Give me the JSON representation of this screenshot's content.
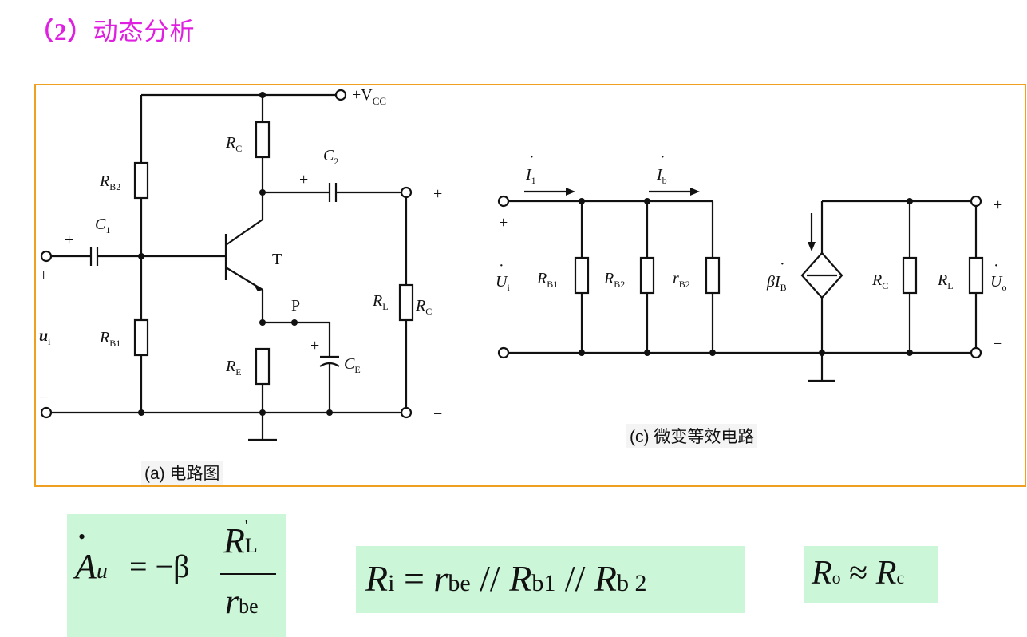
{
  "heading": {
    "num": "（2）",
    "text": "动态分析"
  },
  "circuit_a": {
    "caption": "(a) 电路图",
    "vcc": {
      "pre": "+V",
      "sub": "CC"
    },
    "rc": {
      "main": "R",
      "sub": "C"
    },
    "rb2": {
      "main": "R",
      "sub": "B2"
    },
    "rb1": {
      "main": "R",
      "sub": "B1"
    },
    "re": {
      "main": "R",
      "sub": "E"
    },
    "c1": {
      "main": "C",
      "sub": "1"
    },
    "c2": {
      "main": "C",
      "sub": "2"
    },
    "ce": {
      "main": "C",
      "sub": "E"
    },
    "rl": {
      "main": "R",
      "sub": "L"
    },
    "rc2": {
      "main": "R",
      "sub": "C"
    },
    "t": "T",
    "p": "P",
    "ui": {
      "main": "u",
      "sub": "i"
    },
    "plus": "+",
    "minus": "−"
  },
  "circuit_c": {
    "caption": "(c) 微变等效电路",
    "i1": {
      "main": "I",
      "sub": "1"
    },
    "ib": {
      "main": "I",
      "sub": "b"
    },
    "ui": {
      "main": "U",
      "sub": "i"
    },
    "uo": {
      "main": "U",
      "sub": "o"
    },
    "rb1": {
      "main": "R",
      "sub": "B1"
    },
    "rb2": {
      "main": "R",
      "sub": "B2"
    },
    "rbe": {
      "main": "r",
      "sub": "B2"
    },
    "source": {
      "beta": "β",
      "main": "I",
      "sub": "B"
    },
    "rc": {
      "main": "R",
      "sub": "C"
    },
    "rl": {
      "main": "R",
      "sub": "L"
    },
    "plus": "+",
    "minus": "−"
  },
  "formulas": {
    "gain": {
      "dot": "•",
      "a": "A",
      "u": "u",
      "eq": "= −β",
      "num": "R",
      "num_sub": "L",
      "num_prime": "'",
      "den": "r",
      "den_sub": "be"
    },
    "input": {
      "r": "R",
      "r_sub": "i",
      "eq": "=",
      "rbe": "r",
      "rbe_sub": "be",
      "par1": "//",
      "rb1": "R",
      "rb1_sub": "b1",
      "par2": "//",
      "rb2": "R",
      "rb2_sub": "b 2"
    },
    "output": {
      "r": "R",
      "r_sub": "o",
      "approx": "≈",
      "rc": "R",
      "rc_sub": "c"
    }
  },
  "colors": {
    "title": "#e020e0",
    "frame": "#f0a020",
    "formula_bg": "#ccf6d8"
  }
}
